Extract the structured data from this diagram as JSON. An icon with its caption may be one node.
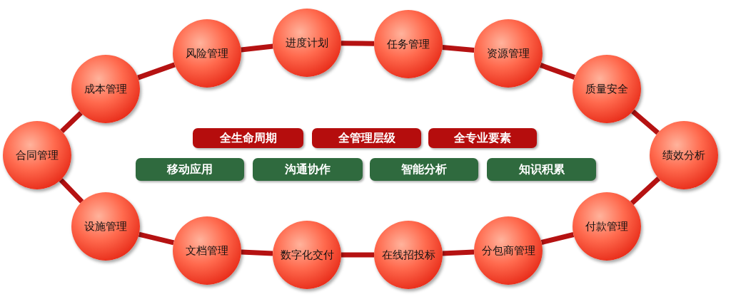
{
  "diagram": {
    "nodes": [
      {
        "text": [
          "合同管理"
        ]
      },
      {
        "text": [
          "成本管理"
        ]
      },
      {
        "text": [
          "风险管理"
        ]
      },
      {
        "text": [
          "进度计划"
        ]
      },
      {
        "text": [
          "任务管理"
        ]
      },
      {
        "text": [
          "资源管理"
        ]
      },
      {
        "text": [
          "质量安全"
        ]
      },
      {
        "text": [
          "绩效分析"
        ]
      },
      {
        "text": [
          "付款管理"
        ]
      },
      {
        "text": [
          "分包商管理"
        ]
      },
      {
        "text": [
          "在线招投标"
        ]
      },
      {
        "text": [
          "数字化交付"
        ]
      },
      {
        "text": [
          "文档管理"
        ]
      },
      {
        "text": [
          "设施管理"
        ]
      },
      {
        "text": [
          "全生命周期"
        ]
      },
      {
        "text": [
          "全管理层级"
        ]
      },
      {
        "text": [
          "全专业要素"
        ]
      },
      {
        "text": [
          "移动应用"
        ]
      },
      {
        "text": [
          "沟通协作"
        ]
      },
      {
        "text": [
          "智能分析"
        ]
      },
      {
        "text": [
          "知识积累"
        ]
      }
    ],
    "edges": [
      {
        "from": 0,
        "to": 1,
        "arrow": "none"
      },
      {
        "from": 1,
        "to": 2,
        "arrow": "none"
      },
      {
        "from": 2,
        "to": 3,
        "arrow": "none"
      },
      {
        "from": 3,
        "to": 4,
        "arrow": "none"
      },
      {
        "from": 4,
        "to": 5,
        "arrow": "none"
      },
      {
        "from": 5,
        "to": 6,
        "arrow": "none"
      },
      {
        "from": 6,
        "to": 7,
        "arrow": "none"
      },
      {
        "from": 7,
        "to": 8,
        "arrow": "none"
      },
      {
        "from": 8,
        "to": 9,
        "arrow": "none"
      },
      {
        "from": 9,
        "to": 10,
        "arrow": "none"
      },
      {
        "from": 10,
        "to": 11,
        "arrow": "none"
      },
      {
        "from": 11,
        "to": 12,
        "arrow": "none"
      },
      {
        "from": 12,
        "to": 13,
        "arrow": "none"
      },
      {
        "from": 13,
        "to": 0,
        "arrow": "none"
      }
    ]
  }
}
